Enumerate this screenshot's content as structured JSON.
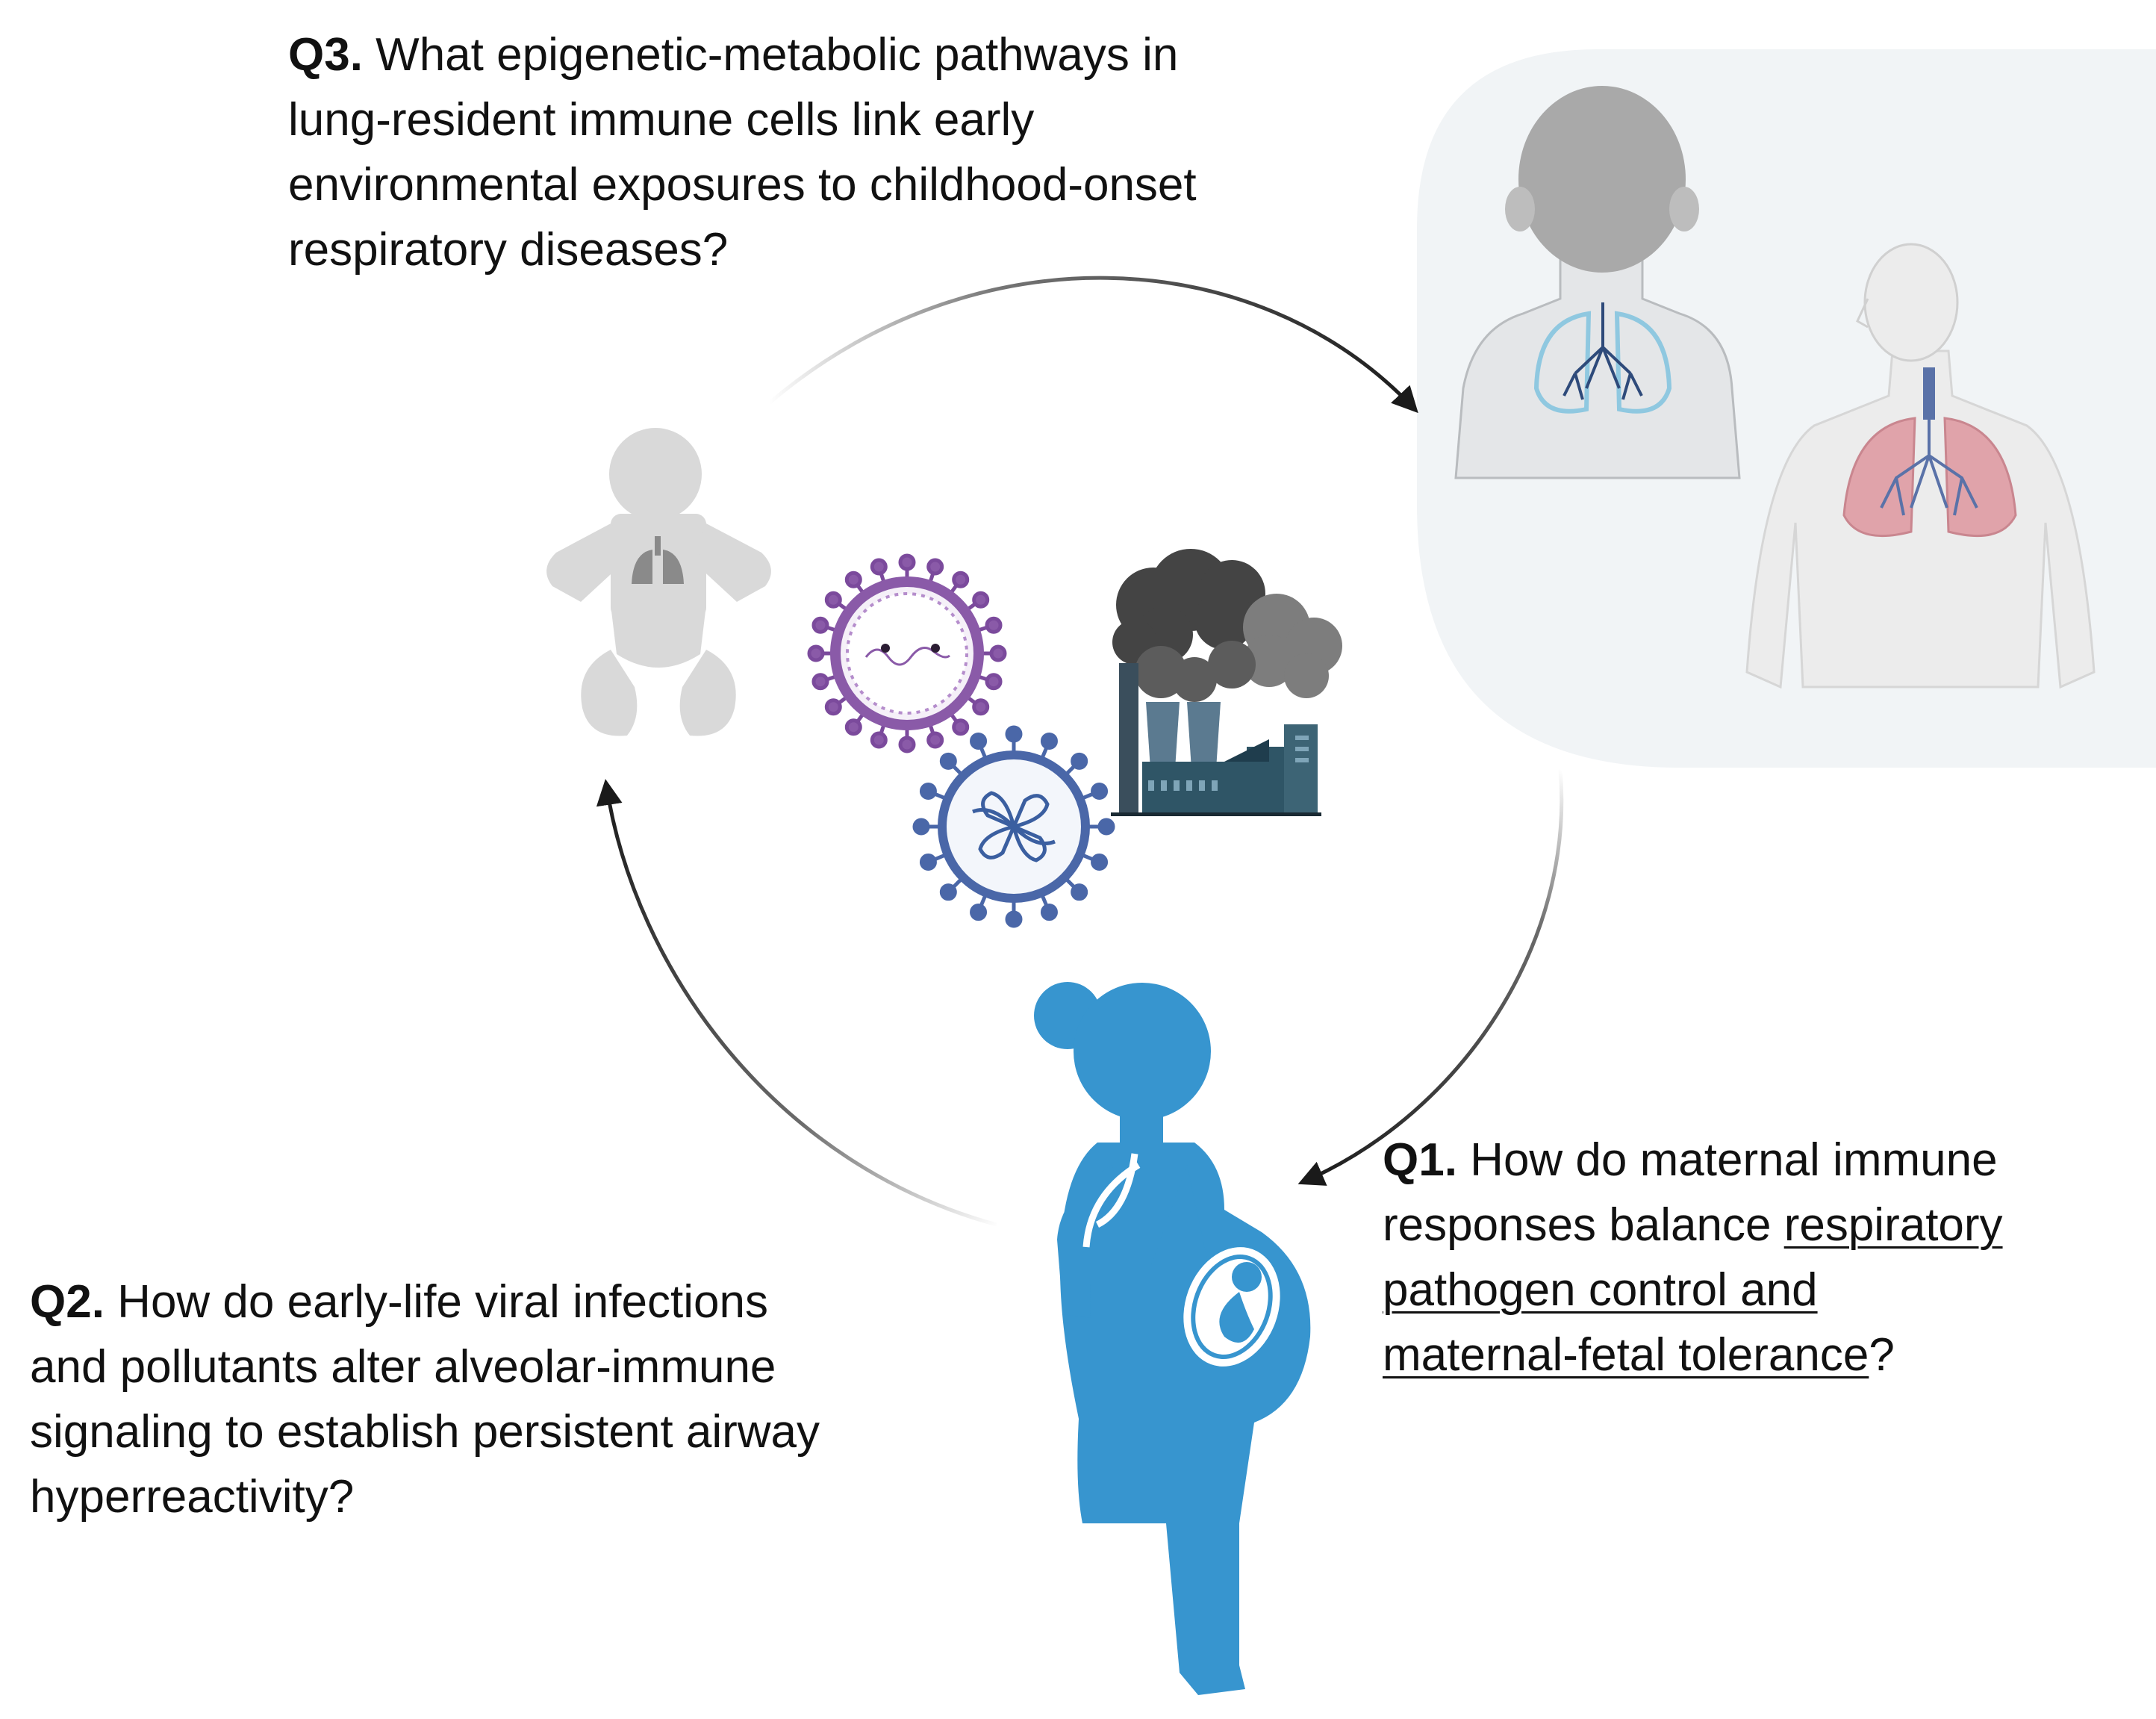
{
  "questions": {
    "q3": {
      "label": "Q3.",
      "lines": [
        "What epigenetic-metabolic pathways in",
        "lung-resident immune cells link early",
        "environmental exposures to childhood-onset",
        "respiratory diseases?"
      ]
    },
    "q2": {
      "label": "Q2.",
      "lines": [
        "How do early-life viral infections",
        "and pollutants alter alveolar-immune",
        "signaling to establish persistent airway",
        "hyperreactivity?"
      ]
    },
    "q1": {
      "label": "Q1.",
      "line1": "How do maternal immune",
      "line2_plain": "responses balance ",
      "line2_underlined": "respiratory",
      "line3_underlined": "pathogen control and",
      "line4_underlined": "maternal-fetal tolerance",
      "line4_tail": "?"
    }
  },
  "colors": {
    "pregnant_figure": "#3795cf",
    "infant_figure": "#d9d9d9",
    "lung_panel_bg": "#f1f4f6",
    "arrow": "#1a1a1a",
    "virus_purple": "#8a5aa8",
    "virus_blue": "#4a67a8",
    "smoke": "#4d4d4d",
    "factory": "#2f5566",
    "adult_lungs": "#e0a3aa",
    "child_lungs": "#8fc8e0"
  },
  "icons": [
    "infant-icon",
    "virus-icon",
    "factory-pollution-icon",
    "child-lungs-icon",
    "adult-lungs-icon",
    "pregnant-woman-icon",
    "cycle-arrow-icon"
  ]
}
